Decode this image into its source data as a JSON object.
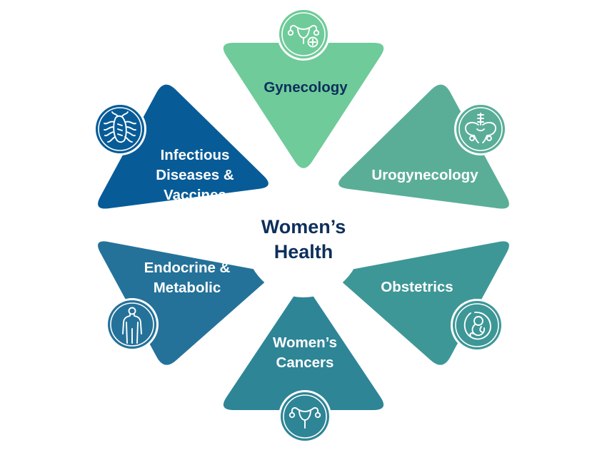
{
  "center": {
    "lines": [
      "Women’s",
      "Health"
    ],
    "color": "#0d2f5c"
  },
  "segments": [
    {
      "id": "gynecology",
      "lines": [
        "Gynecology"
      ],
      "color": "#6fcb99",
      "text_color": "#0d2f5c",
      "icon": "uterus-plus-icon"
    },
    {
      "id": "urogynecology",
      "lines": [
        "Urogynecology"
      ],
      "color": "#5aae98",
      "text_color": "#ffffff",
      "icon": "pelvis-icon"
    },
    {
      "id": "obstetrics",
      "lines": [
        "Obstetrics"
      ],
      "color": "#3e9797",
      "text_color": "#ffffff",
      "icon": "fetus-icon"
    },
    {
      "id": "womens-cancers",
      "lines": [
        "Women’s",
        "Cancers"
      ],
      "color": "#2e8596",
      "text_color": "#ffffff",
      "icon": "uterus-icon"
    },
    {
      "id": "endocrine-metabolic",
      "lines": [
        "Endocrine &",
        "Metabolic"
      ],
      "color": "#24729a",
      "text_color": "#ffffff",
      "icon": "human-body-icon"
    },
    {
      "id": "infectious-diseases-vaccines",
      "lines": [
        "Infectious",
        "Diseases &",
        "Vaccines"
      ],
      "color": "#075c98",
      "text_color": "#ffffff",
      "icon": "bacteria-icon"
    }
  ]
}
